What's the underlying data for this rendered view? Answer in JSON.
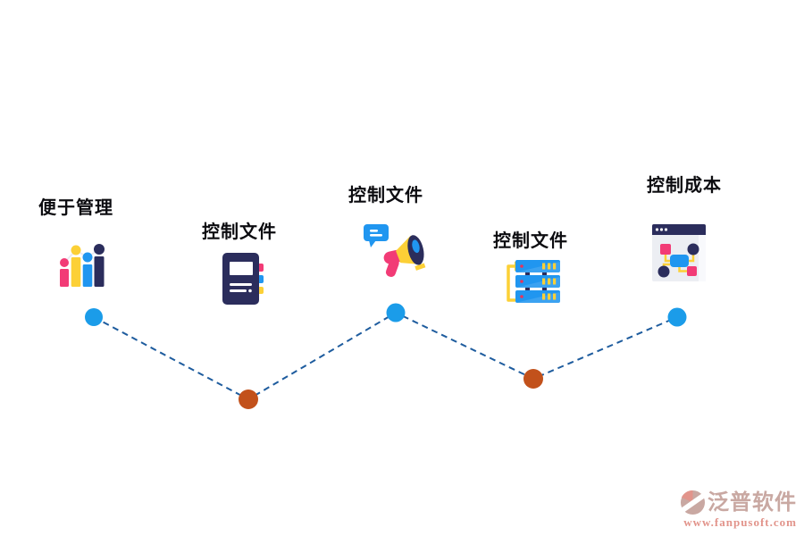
{
  "diagram": {
    "items": [
      {
        "label": "便于管理",
        "icon": "bar-chart-people-icon",
        "node_color": "#1b9ce9",
        "node_position": "top"
      },
      {
        "label": "控制文件",
        "icon": "notebook-icon",
        "node_color": "#c2511b",
        "node_position": "bottom"
      },
      {
        "label": "控制文件",
        "icon": "megaphone-icon",
        "node_color": "#1b9ce9",
        "node_position": "top"
      },
      {
        "label": "控制文件",
        "icon": "server-stack-icon",
        "node_color": "#c2511b",
        "node_position": "bottom"
      },
      {
        "label": "控制成本",
        "icon": "browser-flowchart-icon",
        "node_color": "#1b9ce9",
        "node_position": "top"
      }
    ],
    "connector_color": "#1e5c9e"
  },
  "watermark": {
    "brand": "泛普软件",
    "url": "www.fanpusoft.com",
    "brand_color": "#c9a8a2",
    "url_color": "#e2948b"
  },
  "colors": {
    "background": "#ffffff",
    "label_text": "#0c0c10",
    "node_blue": "#1b9ce9",
    "node_orange": "#c2511b",
    "icon_pink": "#f23b76",
    "icon_yellow": "#fcd036",
    "icon_blue": "#2096f0",
    "icon_navy": "#2b2d5c"
  }
}
